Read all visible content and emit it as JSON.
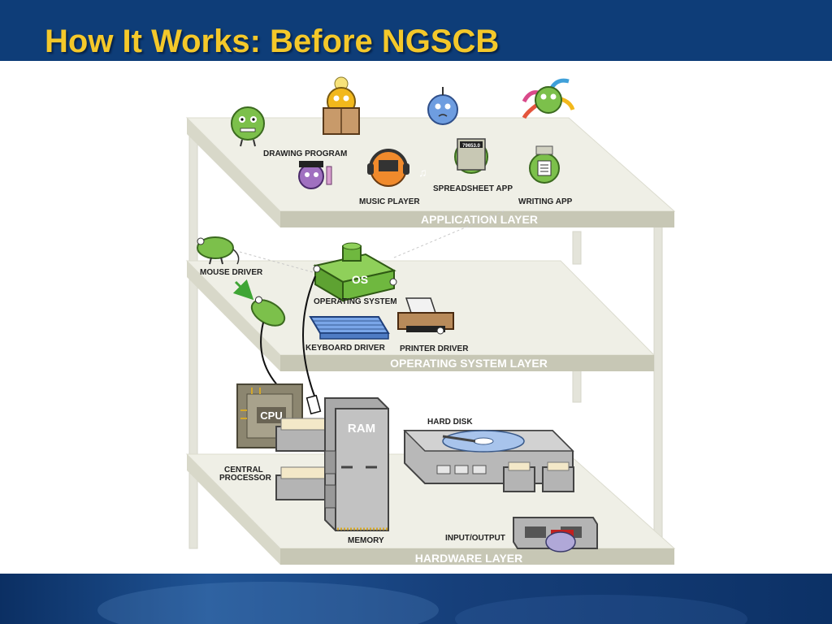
{
  "slide": {
    "title": "How It Works:  Before NGSCB"
  },
  "layers": {
    "application": "APPLICATION LAYER",
    "operating_system": "OPERATING  SYSTEM LAYER",
    "hardware": "HARDWARE LAYER"
  },
  "components": {
    "drawing_program": "DRAWING PROGRAM",
    "music_player": "MUSIC PLAYER",
    "spreadsheet_app": "SPREADSHEET APP",
    "writing_app": "WRITING APP",
    "mouse_driver": "MOUSE DRIVER",
    "operating_system": "OPERATING SYSTEM",
    "os_badge": "OS",
    "keyboard_driver": "KEYBOARD DRIVER",
    "printer_driver": "PRINTER DRIVER",
    "central_processor_line1": "CENTRAL",
    "central_processor_line2": "PROCESSOR",
    "cpu_badge": "CPU",
    "ram_badge": "RAM",
    "memory": "MEMORY",
    "hard_disk": "HARD DISK",
    "input_output": "INPUT/OUTPUT",
    "spreadsheet_display": "79653.0"
  },
  "colors": {
    "header_bg": "#0e3d78",
    "title_text": "#f4c82a",
    "shelf_top": "#e9e9df",
    "shelf_front": "#cfcfc0",
    "layer_band": "#b6b6a4",
    "creature_green": "#7cc04b",
    "os_green": "#6fb83f"
  },
  "icons": [
    "green-creature-icon",
    "lightbulb-reader-icon",
    "blue-creature-icon",
    "multi-arm-creature-icon",
    "paintbrush-creature-icon",
    "headphones-creature-icon",
    "calculator-icon",
    "writing-creature-icon",
    "mouse-icon",
    "os-box-icon",
    "keyboard-icon",
    "printer-icon",
    "cpu-chip-icon",
    "ram-cabinet-icon",
    "hard-disk-icon",
    "io-port-icon",
    "data-card-icon"
  ]
}
